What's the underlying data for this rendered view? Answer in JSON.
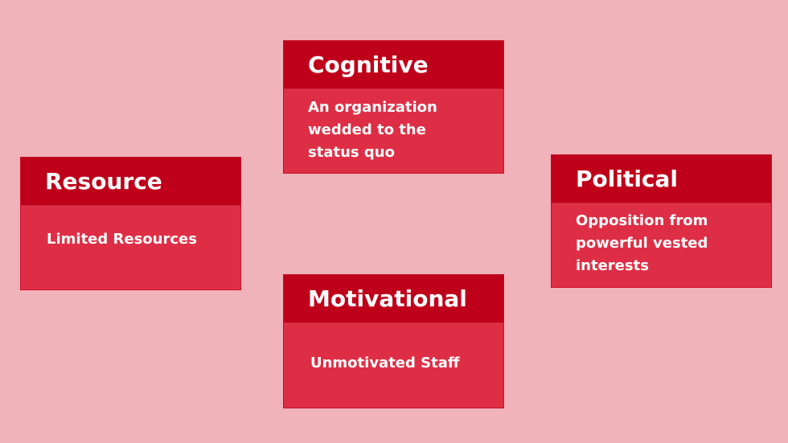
{
  "colors": {
    "background": "#F0B3BA",
    "header": "#BF001A",
    "body": "#DE2E45",
    "text": "#FFFFFF"
  },
  "cards": [
    {
      "id": "cognitive",
      "title": "Cognitive",
      "lines": [
        "An organization",
        "wedded to the",
        "status quo"
      ]
    },
    {
      "id": "resource",
      "title": "Resource",
      "lines": [
        "Limited Resources"
      ]
    },
    {
      "id": "political",
      "title": "Political",
      "lines": [
        "Opposition from",
        "powerful vested",
        "interests"
      ]
    },
    {
      "id": "motivational",
      "title": "Motivational",
      "lines": [
        "Unmotivated Staff"
      ]
    }
  ]
}
